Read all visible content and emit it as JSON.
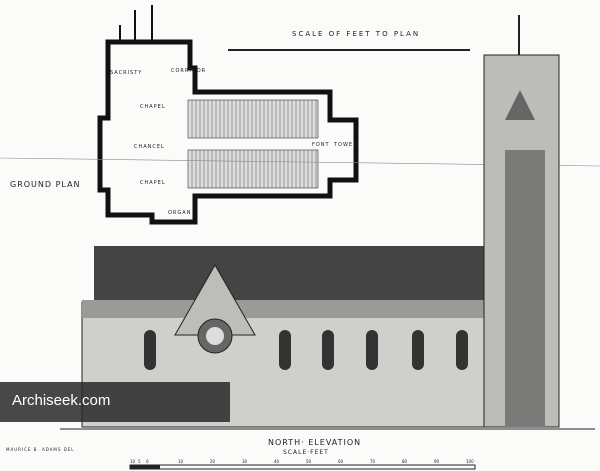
{
  "plan": {
    "title": "GROUND PLAN",
    "scale_title": "SCALE OF FEET TO PLAN",
    "rooms": [
      "CORRIDOR",
      "SACRISTY",
      "CHAPEL",
      "CHANCEL",
      "CHAPEL",
      "TOWER",
      "FONT",
      "ORGAN"
    ]
  },
  "elevation": {
    "title": "NORTH· ELEVATION",
    "scale_title": "SCALE·FEET",
    "scale_ticks": [
      "10",
      "5",
      "0",
      "10",
      "20",
      "30",
      "40",
      "50",
      "60",
      "70",
      "80",
      "90",
      "100"
    ]
  },
  "credit": "MAURICE B. ADAMS DEL",
  "watermark": "Archiseek.com"
}
